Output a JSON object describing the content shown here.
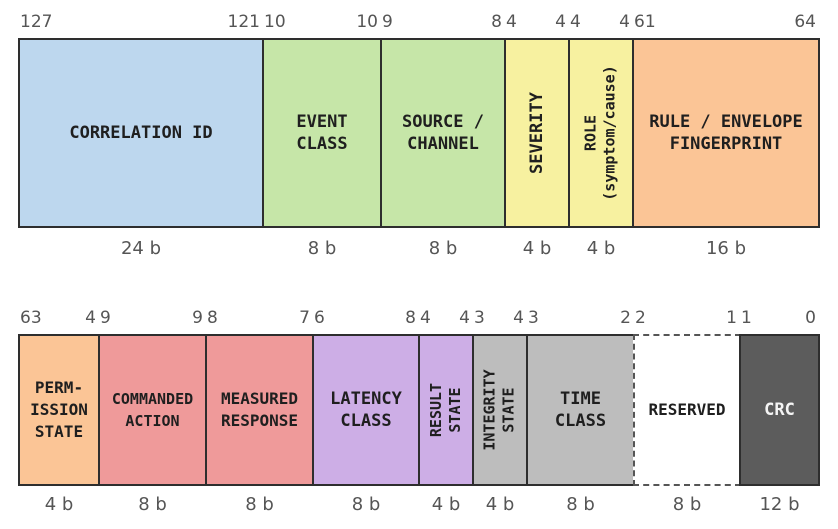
{
  "rows": [
    {
      "fields": [
        {
          "bit_hi": "127",
          "bit_lo": "121",
          "label": "CORRELATION ID",
          "size": "24 b",
          "color": "#bdd7ee",
          "orient": "h"
        },
        {
          "bit_hi": "10",
          "bit_lo": "10",
          "label": "EVENT\nCLASS",
          "size": "8 b",
          "color": "#c6e6a8",
          "orient": "h"
        },
        {
          "bit_hi": "9",
          "bit_lo": "8",
          "label": "SOURCE /\nCHANNEL",
          "size": "8 b",
          "color": "#c6e6a8",
          "orient": "h"
        },
        {
          "bit_hi": "4",
          "bit_lo": "4",
          "label": "SEVERITY",
          "size": "4 b",
          "color": "#f7f1a0",
          "orient": "v"
        },
        {
          "bit_hi": "4",
          "bit_lo": "4",
          "label": "ROLE\n(symptom/cause)",
          "size": "4 b",
          "color": "#f7f1a0",
          "orient": "v"
        },
        {
          "bit_hi": "61",
          "bit_lo": "64",
          "label": "RULE / ENVELOPE\nFINGERPRINT",
          "size": "16 b",
          "color": "#fbc596",
          "orient": "h"
        }
      ]
    },
    {
      "fields": [
        {
          "bit_hi": "63",
          "bit_lo": "4",
          "label": "PERM-\nISSION\nSTATE",
          "size": "4 b",
          "color": "#fbc596",
          "orient": "h"
        },
        {
          "bit_hi": "9",
          "bit_lo": "9",
          "label": "COMMANDED\nACTION",
          "size": "8 b",
          "color": "#ef9a9a",
          "orient": "h"
        },
        {
          "bit_hi": "8",
          "bit_lo": "7",
          "label": "MEASURED\nRESPONSE",
          "size": "8 b",
          "color": "#ef9a9a",
          "orient": "h"
        },
        {
          "bit_hi": "6",
          "bit_lo": "8",
          "label": "LATENCY\nCLASS",
          "size": "8 b",
          "color": "#cdaee6",
          "orient": "h"
        },
        {
          "bit_hi": "4",
          "bit_lo": "4",
          "label": "RESULT\nSTATE",
          "size": "4 b",
          "color": "#cdaee6",
          "orient": "v"
        },
        {
          "bit_hi": "3",
          "bit_lo": "4",
          "label": "INTEGRITY\nSTATE",
          "size": "4 b",
          "color": "#bdbdbd",
          "orient": "v"
        },
        {
          "bit_hi": "3",
          "bit_lo": "2",
          "label": "TIME\nCLASS",
          "size": "8 b",
          "color": "#bdbdbd",
          "orient": "h"
        },
        {
          "bit_hi": "2",
          "bit_lo": "1",
          "label": "RESERVED",
          "size": "8 b",
          "color": "#ffffff",
          "orient": "h",
          "style": "dashed"
        },
        {
          "bit_hi": "1",
          "bit_lo": "0",
          "label": "CRC",
          "size": "12 b",
          "color": "#5c5c5c",
          "orient": "h",
          "text_color": "white"
        }
      ]
    }
  ]
}
